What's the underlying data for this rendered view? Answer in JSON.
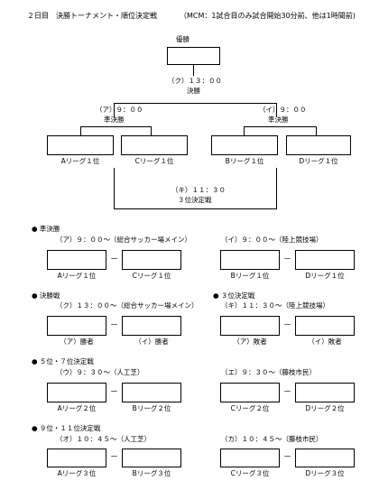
{
  "header": {
    "title": "２日目　決勝トーナメント・順位決定戦",
    "note": "（MCM：1試合目のみ試合開始30分前、他は1時間前)"
  },
  "bracket": {
    "champion": "優勝",
    "final_time": "（ク）１３：００",
    "final_label": "決勝",
    "semi_left_time": "（ア）９：００",
    "semi_left_label": "準決勝",
    "semi_right_time": "（イ）９：００",
    "semi_right_label": "準決勝",
    "team_a1": "Aリーグ１位",
    "team_c1": "Cリーグ１位",
    "team_b1": "Bリーグ１位",
    "team_d1": "Dリーグ１位",
    "third_time": "（キ）１１：３０",
    "third_label": "３位決定戦"
  },
  "sections": {
    "semis_heading": "● 準決勝",
    "semi_a_time": "（ア）９：００～（総合サッカー場メイン）",
    "semi_b_time": "（イ）９：００～（陸上競技場）",
    "s1_left": "Aリーグ１位",
    "s1_right": "Cリーグ１位",
    "s2_left": "Bリーグ１位",
    "s2_right": "Dリーグ１位",
    "final_heading": "● 決勝戦",
    "third_heading": "● ３位決定戦",
    "final_time": "（ク）１３：００～（総合サッカー場メイン）",
    "third_time": "（キ）１１：３０～（陸上競技場）",
    "f_left": "（ア）勝者",
    "f_right": "（イ）勝者",
    "t_left": "（ア）敗者",
    "t_right": "（イ）敗者",
    "p57_heading": "● ５位・７位決定戦",
    "p57_a_time": "（ウ）９：３０～（人工芝）",
    "p57_b_time": "（エ）９：３０～（藤枝市民）",
    "p5_left": "Aリーグ２位",
    "p5_right": "Bリーグ２位",
    "p7_left": "Cリーグ２位",
    "p7_right": "Dリーグ２位",
    "p911_heading": "● ９位・１１位決定戦",
    "p911_a_time": "（オ）１０：４５～（人工芝）",
    "p911_b_time": "（カ）１０：４５～（藤枝市民）",
    "p9_left": "Aリーグ３位",
    "p9_right": "Bリーグ３位",
    "p11_left": "Cリーグ３位",
    "p11_right": "Dリーグ３位",
    "dash": "－"
  }
}
